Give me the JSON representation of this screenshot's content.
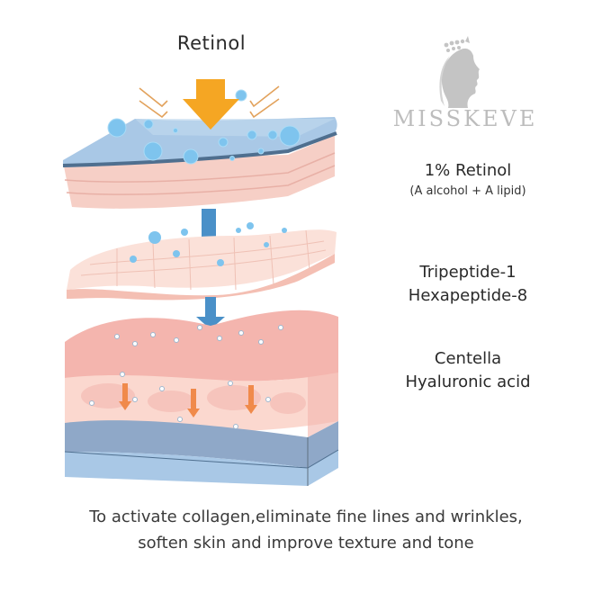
{
  "diagram": {
    "title": "Retinol",
    "brand": {
      "name": "MISSKEVE",
      "logo_icon": "woman-profile-laurel-icon",
      "color": "#bdbdbd"
    },
    "layers": [
      {
        "id": "epidermis-top",
        "label": "1% Retinol",
        "sublabel": "(A alcohol + A lipid)"
      },
      {
        "id": "collagen-mesh",
        "label_lines": [
          "Tripeptide-1",
          "Hexapeptide-8"
        ]
      },
      {
        "id": "dermis-block",
        "label_lines": [
          "Centella",
          "Hyaluronic acid"
        ]
      }
    ],
    "caption_lines": [
      "To activate collagen,eliminate fine lines and wrinkles,",
      "soften skin and improve texture and tone"
    ],
    "colors": {
      "arrow_orange": "#f5a623",
      "arrow_blue": "#4a90c8",
      "skin_blue": "#a9c8e6",
      "skin_edge": "#4f6f8f",
      "skin_pink": "#f6cfc6",
      "dermis_pink": "#f4b5ae",
      "deep_blue": "#8fa8c8",
      "bubble": "#7ec4ee"
    }
  }
}
